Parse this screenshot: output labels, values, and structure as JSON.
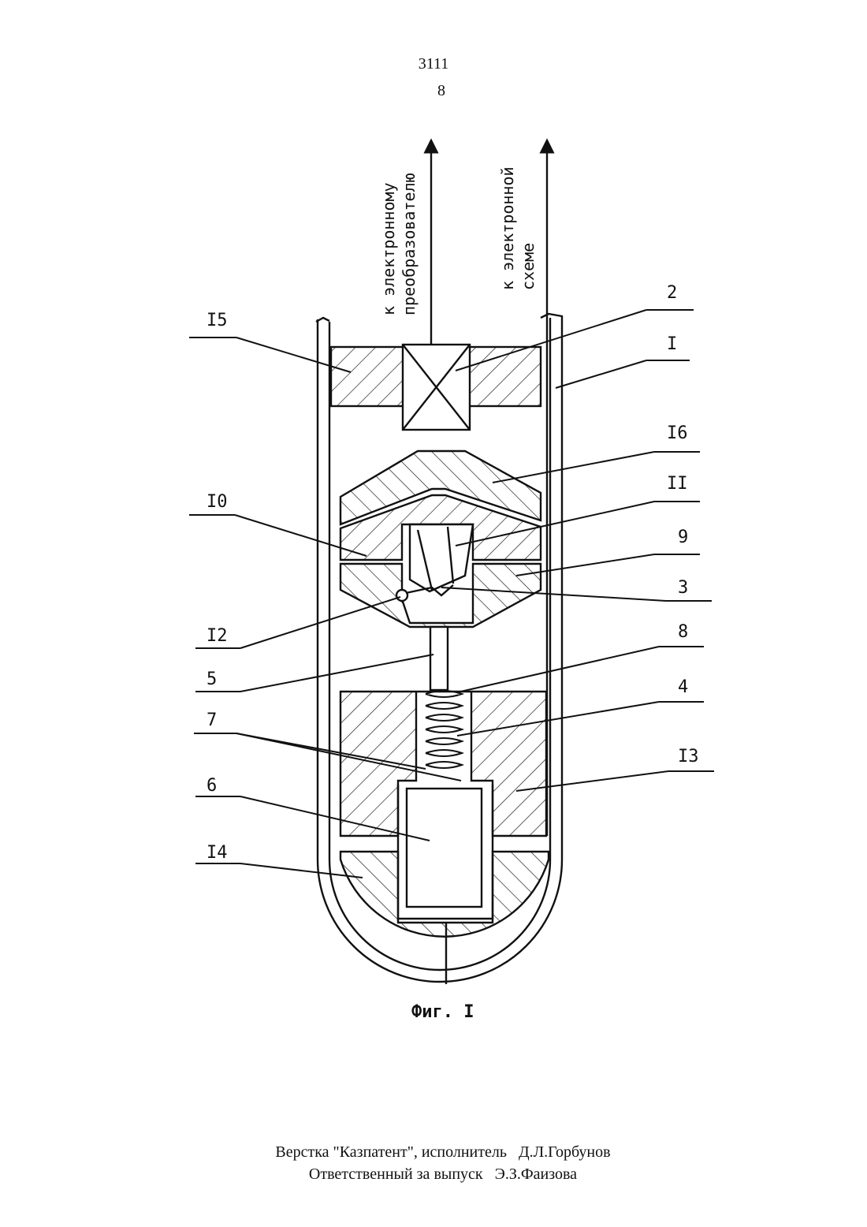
{
  "header": {
    "patent_number": "3111",
    "page_number": "8"
  },
  "figure": {
    "caption": "Фиг. I",
    "wire_label_left": [
      "к электронному",
      "преобразователю"
    ],
    "wire_label_right": [
      "к электронной",
      "схеме"
    ],
    "callouts": {
      "c15": "I5",
      "c2": "2",
      "c1": "I",
      "c16": "I6",
      "c10": "I0",
      "c11": "II",
      "c9": "9",
      "c3": "3",
      "c12": "I2",
      "c8": "8",
      "c5": "5",
      "c4": "4",
      "c7": "7",
      "c13": "I3",
      "c6": "6",
      "c14": "I4"
    }
  },
  "footer": {
    "line1": "Верстка \"Казпатент\", исполнитель   Д.Л.Горбунов",
    "line2": "Ответственный за выпуск   Э.З.Фаизова"
  }
}
